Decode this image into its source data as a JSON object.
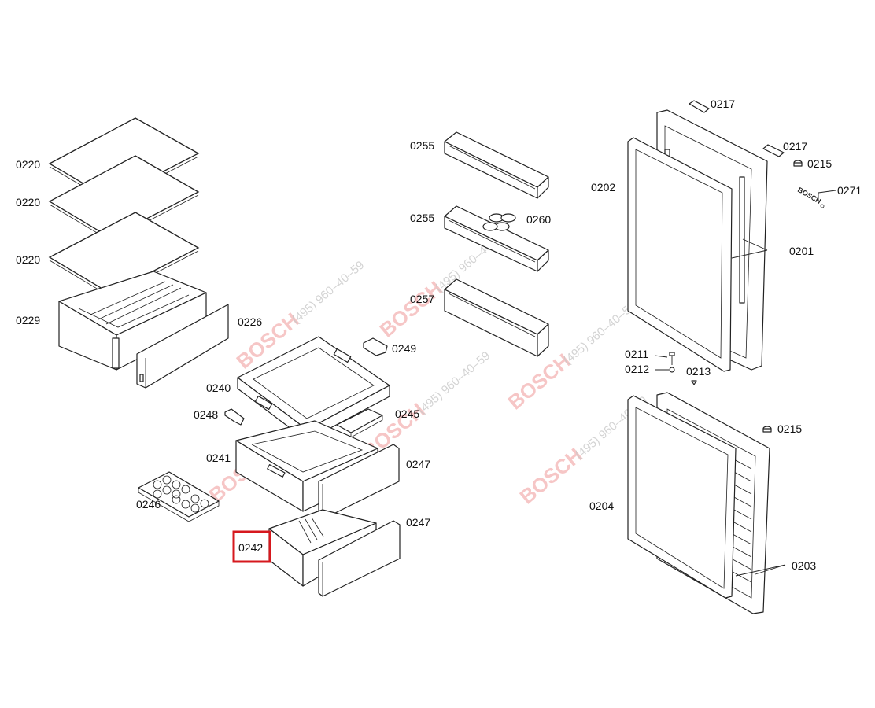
{
  "diagram": {
    "highlighted_part": "0242",
    "highlight_color": "#d6181e",
    "parts": {
      "p0217a": "0217",
      "p0217b": "0217",
      "p0215a": "0215",
      "p0271": "0271",
      "p0202": "0202",
      "p0201": "0201",
      "p0211": "0211",
      "p0212": "0212",
      "p0213": "0213",
      "p0215b": "0215",
      "p0204": "0204",
      "p0203": "0203",
      "p0255a": "0255",
      "p0255b": "0255",
      "p0260": "0260",
      "p0257": "0257",
      "p0220a": "0220",
      "p0220b": "0220",
      "p0220c": "0220",
      "p0229": "0229",
      "p0226": "0226",
      "p0249": "0249",
      "p0240": "0240",
      "p0248": "0248",
      "p0245": "0245",
      "p0241": "0241",
      "p0247a": "0247",
      "p0247b": "0247",
      "p0246": "0246",
      "p0242": "0242"
    },
    "emblem_text": "BOSCH",
    "watermark": {
      "brand": "BOSCH",
      "phone": "(495) 960–40–59",
      "color": "#f4b4b4"
    }
  }
}
